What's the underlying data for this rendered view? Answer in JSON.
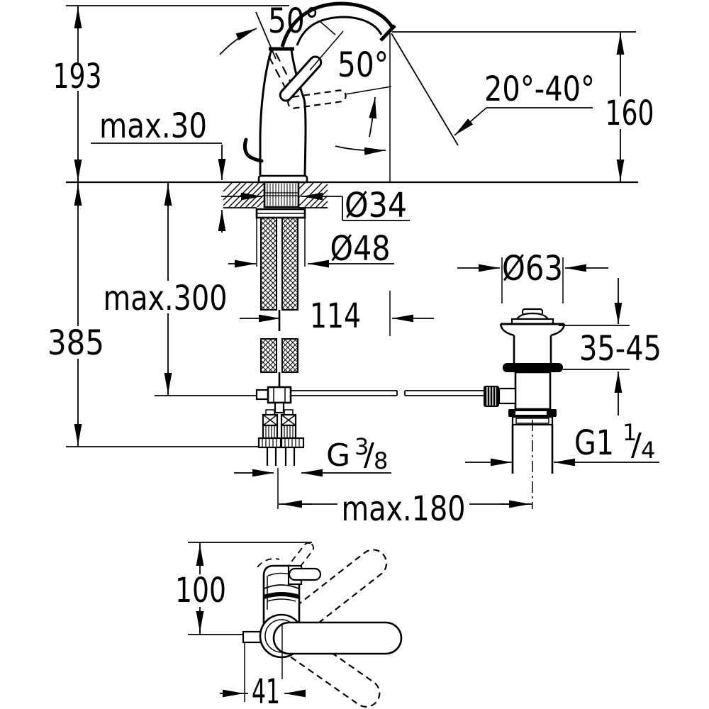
{
  "drawing": {
    "background": "#ffffff",
    "line_color": "#000000",
    "side_view": {
      "spout_angle_label": "50°",
      "handle_angle_label": "50°",
      "stream_angle_label": "20°-40°",
      "total_height": "193",
      "spout_outlet_height": "160",
      "deck_thickness": "max.30",
      "shank_diameter": "Ø34",
      "base_diameter": "Ø48",
      "mounting_depth": "max.300",
      "overall_depth": "385",
      "spout_reach": "114",
      "supply_thread": {
        "base": "G",
        "sup": "3",
        "slash": "/",
        "sub": "8"
      }
    },
    "drain_view": {
      "flange_diameter": "Ø63",
      "basin_thickness": "35-45",
      "waste_thread": {
        "base": "G1",
        "sup": "1",
        "slash": "/",
        "sub": "4"
      },
      "rod_distance": "max.180"
    },
    "top_view": {
      "body_depth": "100",
      "center_offset": "41"
    }
  }
}
